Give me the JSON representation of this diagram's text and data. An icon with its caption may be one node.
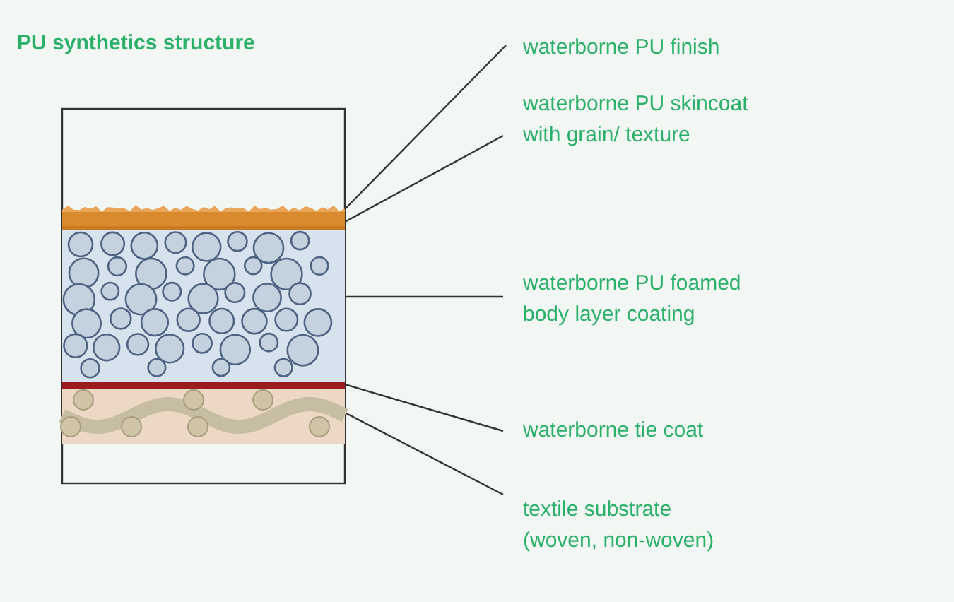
{
  "diagram": {
    "title": "PU synthetics structure",
    "nodes": [
      {
        "text": [
          "waterborne PU finish"
        ]
      },
      {
        "text": [
          "waterborne PU skincoat with grain/ texture"
        ]
      },
      {
        "text": [
          "waterborne PU foamed body layer coating"
        ]
      },
      {
        "text": [
          "waterborne tie coat"
        ]
      },
      {
        "text": [
          "textile substrate (woven, non-woven)"
        ]
      },
      {
        "text": [],
        "shape": "bar"
      },
      {
        "text": [],
        "shape": "bar"
      },
      {
        "text": [],
        "shape": "bar"
      },
      {
        "text": [],
        "shape": "bar"
      },
      {
        "text": [],
        "shape": "bar"
      }
    ],
    "edges": [
      {
        "from": 0,
        "to": 5,
        "arrow": "none"
      },
      {
        "from": 1,
        "to": 6,
        "arrow": "none"
      },
      {
        "from": 2,
        "to": 7,
        "arrow": "none"
      },
      {
        "from": 3,
        "to": 8,
        "arrow": "none"
      },
      {
        "from": 4,
        "to": 9,
        "arrow": "none"
      }
    ]
  }
}
